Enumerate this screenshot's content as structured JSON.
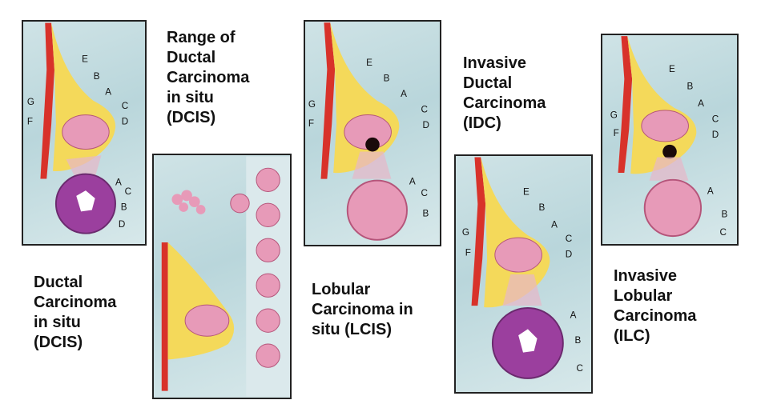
{
  "captions": {
    "dcis": "Ductal\nCarcinoma\nin situ\n(DCIS)",
    "range_dcis": "Range of\nDuctal\nCarcinoma\nin situ\n(DCIS)",
    "lcis": "Lobular\nCarcinoma in\nsitu (LCIS)",
    "idc": "Invasive\nDuctal\nCarcinoma\n(IDC)",
    "ilc": "Invasive\nLobular\nCarcinoma\n(ILC)"
  },
  "labels": {
    "a": "A",
    "b": "B",
    "c": "C",
    "d": "D",
    "e": "E",
    "f": "F",
    "g": "G"
  },
  "colors": {
    "muscle": "#d8322a",
    "fat": "#f4d95a",
    "lobule": "#e79ab8",
    "cell_stain": "#9b3f9e",
    "background": "#c6dde1",
    "tumor": "#1a0a0a"
  }
}
